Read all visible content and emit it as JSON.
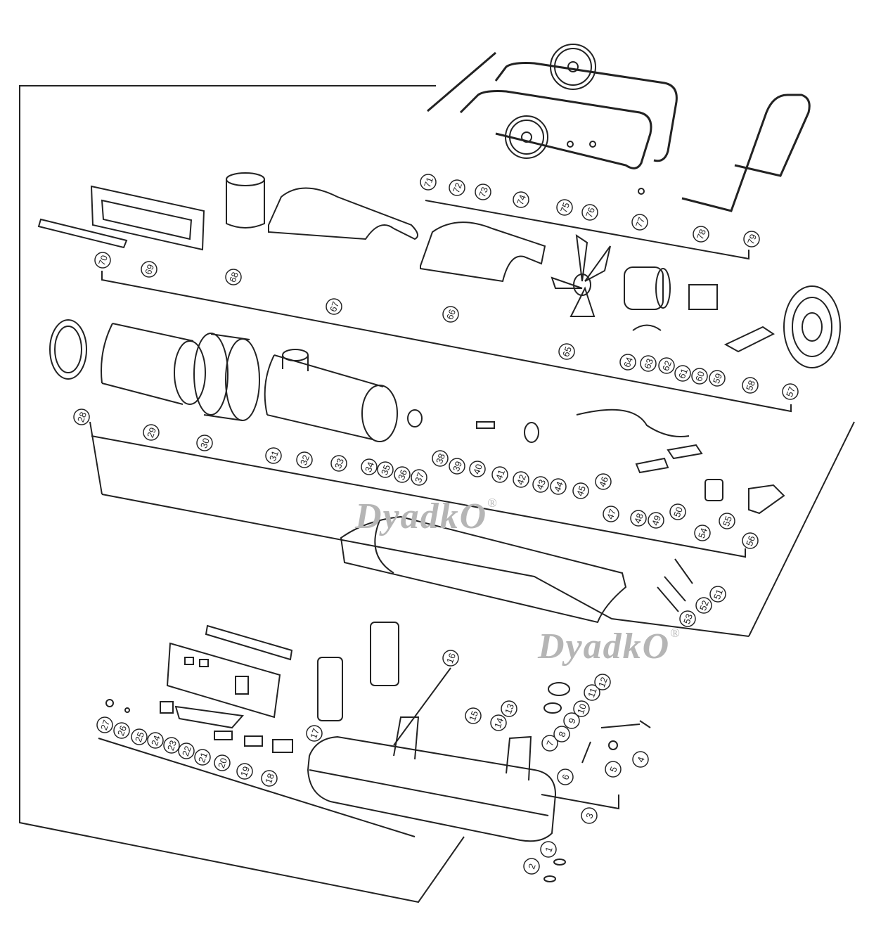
{
  "title": "Exploded parts diagram",
  "watermark": {
    "text": "DyadkO",
    "mark": "®"
  },
  "callouts": [
    "1",
    "2",
    "3",
    "4",
    "5",
    "6",
    "7",
    "8",
    "9",
    "10",
    "11",
    "12",
    "13",
    "14",
    "15",
    "16",
    "17",
    "18",
    "19",
    "20",
    "21",
    "22",
    "23",
    "24",
    "25",
    "26",
    "27",
    "28",
    "29",
    "30",
    "31",
    "32",
    "33",
    "34",
    "35",
    "36",
    "37",
    "38",
    "39",
    "40",
    "41",
    "42",
    "43",
    "44",
    "45",
    "46",
    "47",
    "48",
    "49",
    "50",
    "51",
    "52",
    "53",
    "54",
    "55",
    "56",
    "57",
    "58",
    "59",
    "60",
    "61",
    "62",
    "63",
    "64",
    "65",
    "66",
    "67",
    "68",
    "69",
    "70",
    "71",
    "72",
    "73",
    "74",
    "75",
    "76",
    "77",
    "78",
    "79"
  ],
  "colors": {
    "line": "#222222",
    "watermark": "#b5b5b5"
  }
}
